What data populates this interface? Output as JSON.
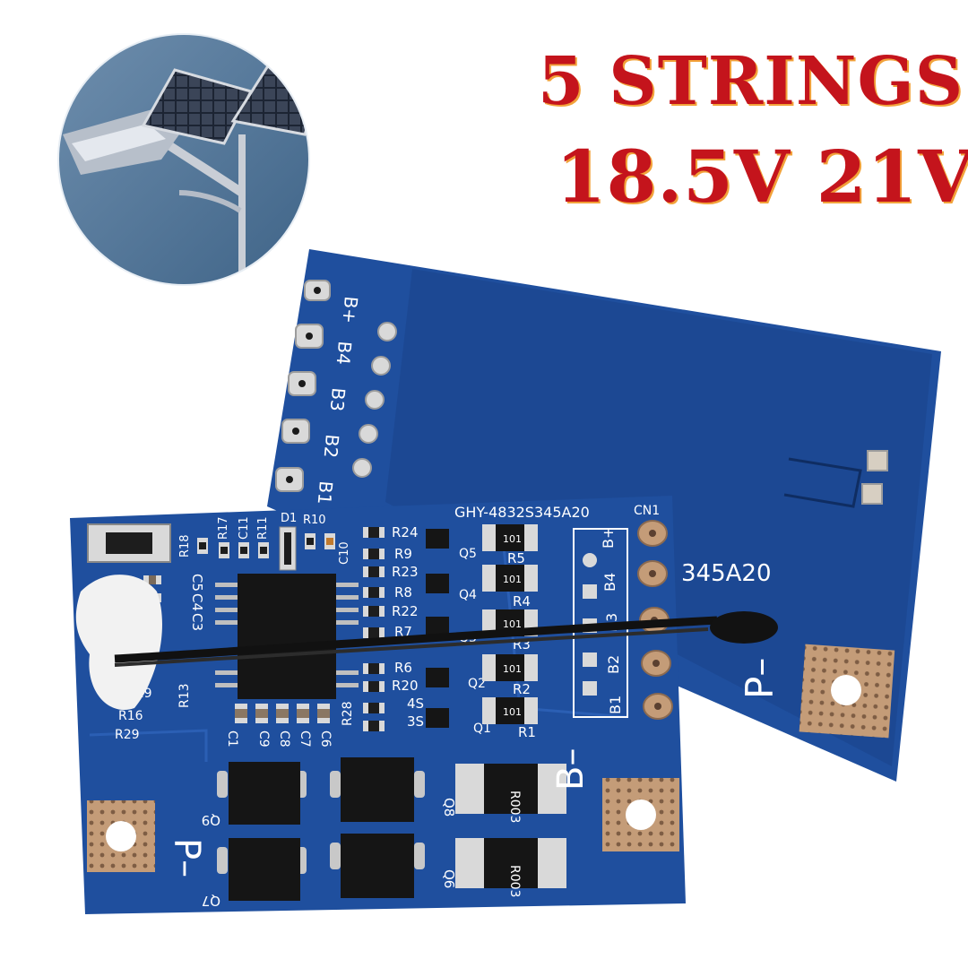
{
  "headline": {
    "line1": "5 STRINGS",
    "line2": "18.5V 21V"
  },
  "colors": {
    "headline_red": "#c4141c",
    "headline_shadow": "#f2a23a",
    "pcb_blue": "#1f4f9e",
    "pcb_blue_dark": "#173f86",
    "pad_copper": "#c49c78",
    "pad_silver": "#d9d9d9"
  },
  "back_board": {
    "pin_labels": [
      "B+",
      "B4",
      "B3",
      "B2",
      "B1"
    ],
    "model_partial": "345A20",
    "terminal_label": "P–"
  },
  "front_board": {
    "model": "GHY-4832S345A20",
    "connector": "CN1",
    "connector_pins": [
      "B+",
      "B4",
      "B3",
      "B2",
      "B1"
    ],
    "terminal_left": "P–",
    "terminal_right": "B–",
    "resistor_left": [
      "R24",
      "R9",
      "R23",
      "R8",
      "R22",
      "R7",
      "R6",
      "R20",
      "4S",
      "3S"
    ],
    "resistor_right": [
      "R5",
      "R4",
      "R3",
      "R2",
      "R1"
    ],
    "transistors": [
      "Q5",
      "Q4",
      "Q3",
      "Q2",
      "Q1"
    ],
    "top_labels": [
      "R18",
      "R17",
      "C11",
      "R11",
      "D1",
      "R10",
      "C10"
    ],
    "caps_left": [
      "C5",
      "C4",
      "C3"
    ],
    "bottom_caps": [
      "C1",
      "C9",
      "C8",
      "C7",
      "C6"
    ],
    "side_labels": [
      "R13",
      "R16",
      "R29",
      "R28",
      "R19"
    ],
    "mosfets": [
      "Q9",
      "Q7",
      "Q8",
      "Q6"
    ],
    "chip_code": "101",
    "shunt_code": "R003"
  }
}
